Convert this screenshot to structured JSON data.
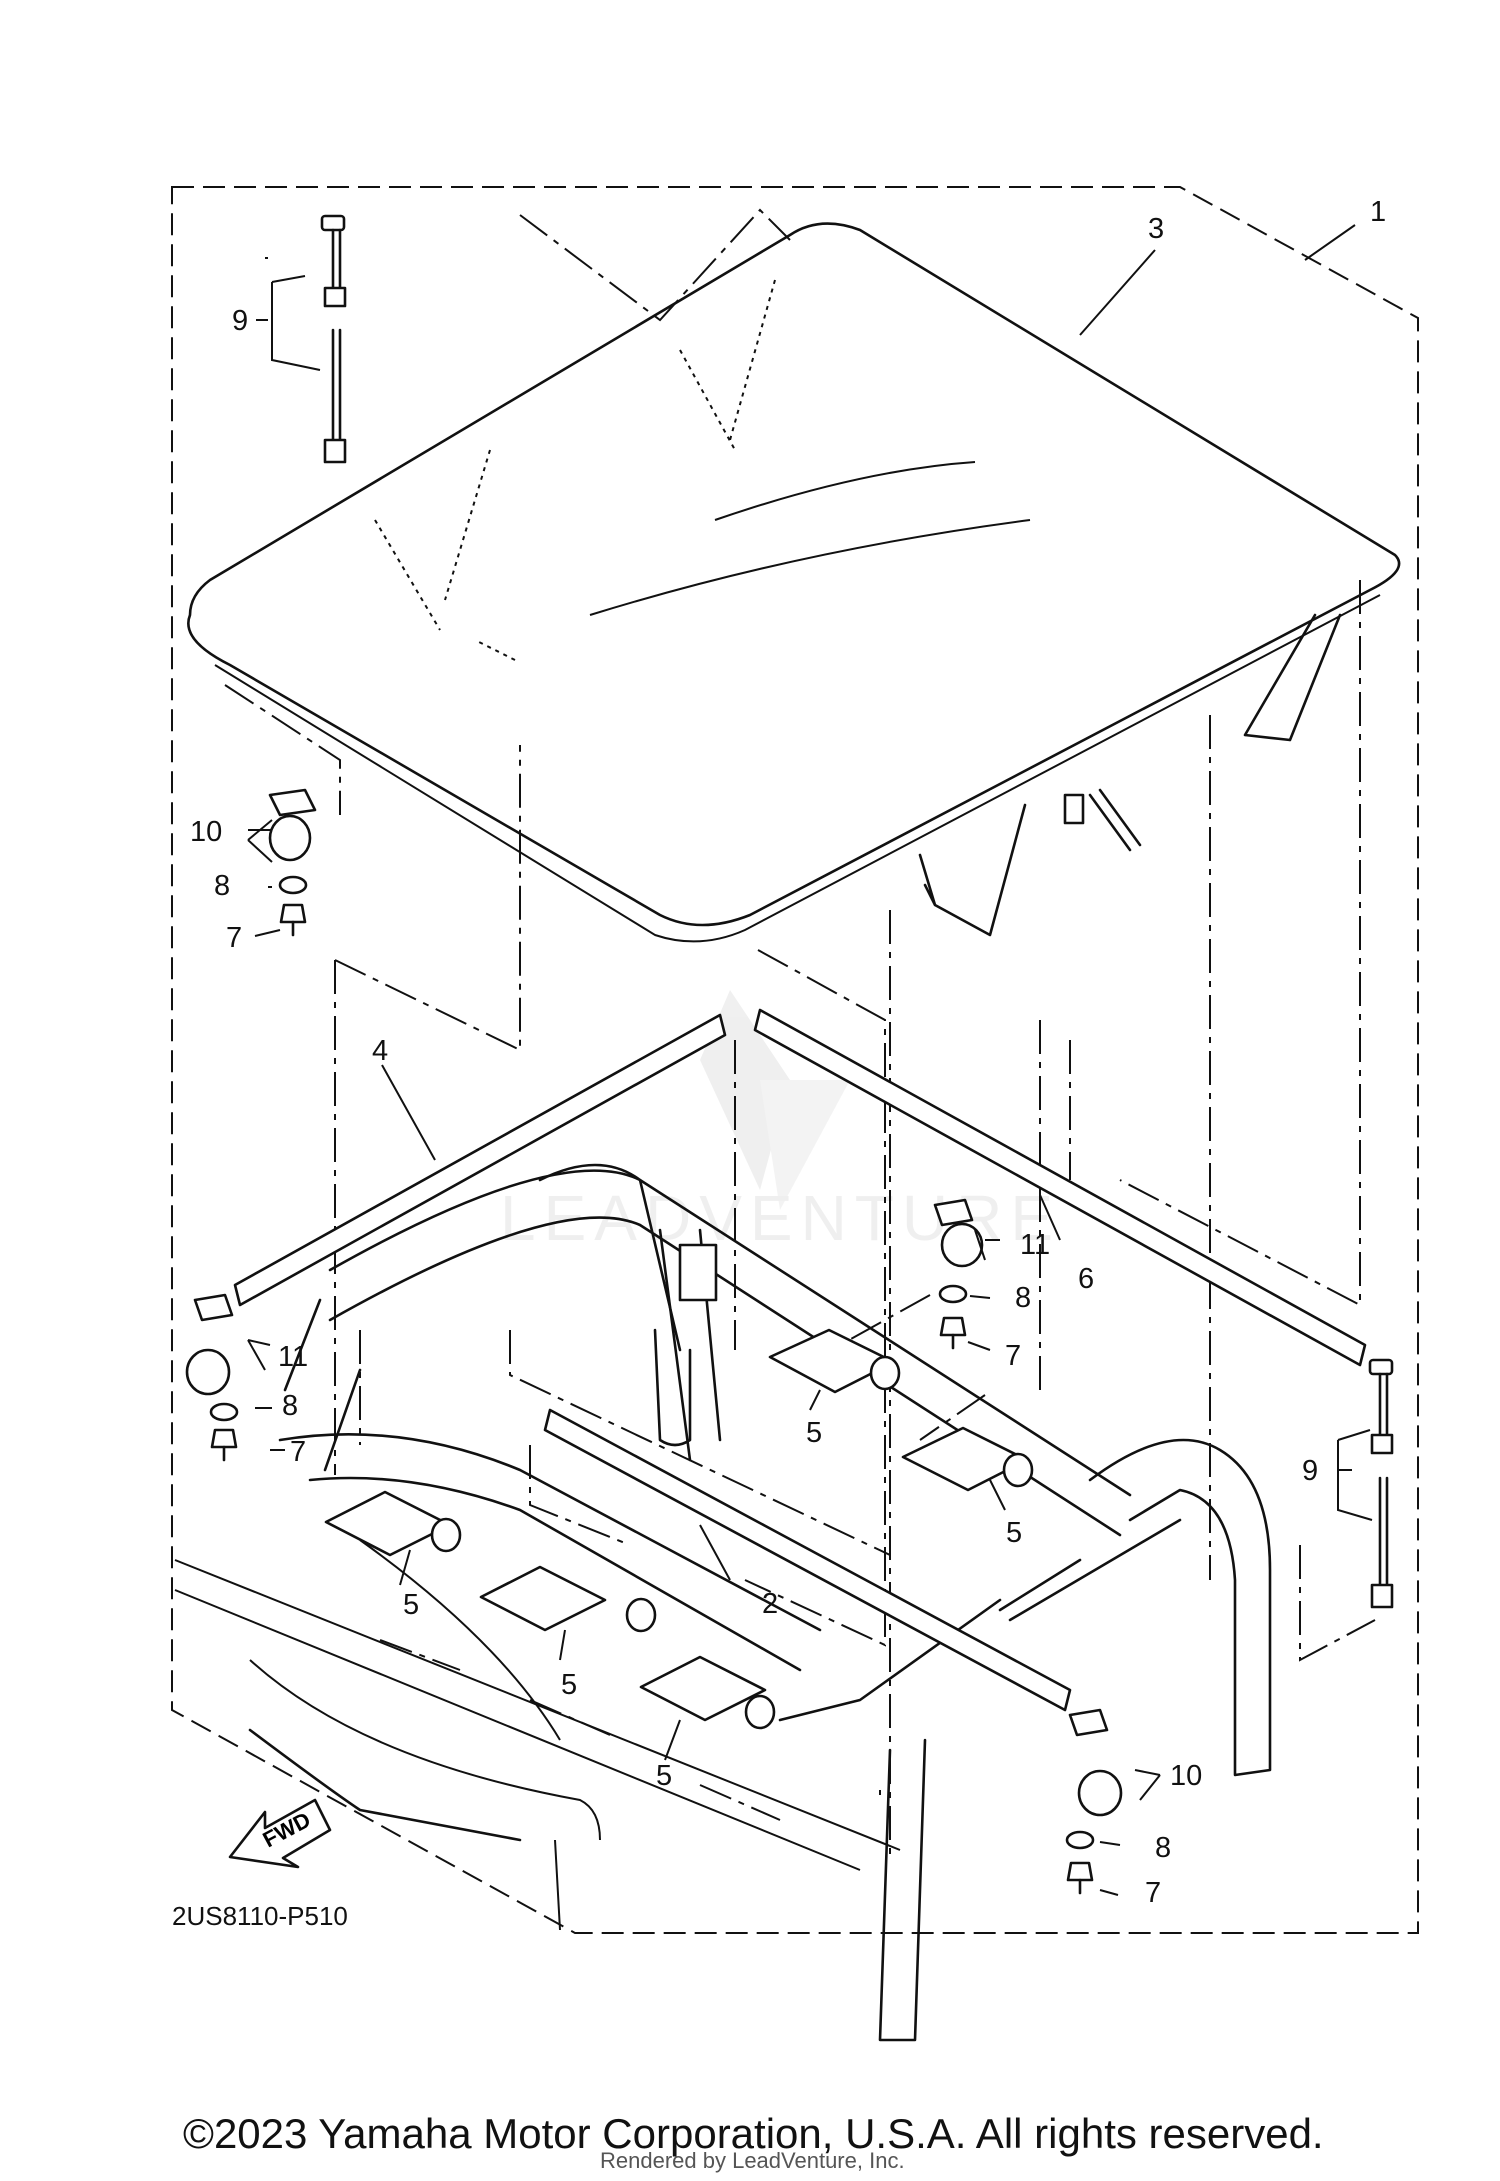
{
  "diagram": {
    "callouts": [
      {
        "id": "c1",
        "label": "1"
      },
      {
        "id": "c2",
        "label": "2"
      },
      {
        "id": "c3",
        "label": "3"
      },
      {
        "id": "c4",
        "label": "4"
      },
      {
        "id": "c5a",
        "label": "5"
      },
      {
        "id": "c5b",
        "label": "5"
      },
      {
        "id": "c5c",
        "label": "5"
      },
      {
        "id": "c5d",
        "label": "5"
      },
      {
        "id": "c5e",
        "label": "5"
      },
      {
        "id": "c6",
        "label": "6"
      },
      {
        "id": "c7a",
        "label": "7"
      },
      {
        "id": "c7b",
        "label": "7"
      },
      {
        "id": "c7c",
        "label": "7"
      },
      {
        "id": "c7d",
        "label": "7"
      },
      {
        "id": "c8a",
        "label": "8"
      },
      {
        "id": "c8b",
        "label": "8"
      },
      {
        "id": "c8c",
        "label": "8"
      },
      {
        "id": "c8d",
        "label": "8"
      },
      {
        "id": "c9a",
        "label": "9"
      },
      {
        "id": "c9b",
        "label": "9"
      },
      {
        "id": "c10a",
        "label": "10"
      },
      {
        "id": "c10b",
        "label": "10"
      },
      {
        "id": "c11a",
        "label": "11"
      },
      {
        "id": "c11b",
        "label": "11"
      }
    ],
    "fwd_label": "FWD",
    "diagram_code": "2US8110-P510",
    "watermark": "LEADVENTURE"
  },
  "footer": {
    "copyright": "©2023 Yamaha Motor Corporation, U.S.A. All rights reserved.",
    "rendered_by": "Rendered by LeadVenture, Inc."
  }
}
